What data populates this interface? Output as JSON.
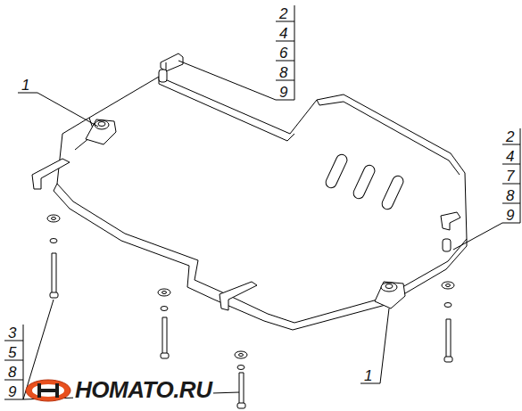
{
  "diagram": {
    "labels": [
      "2",
      "4",
      "6",
      "8",
      "9",
      "1",
      "2",
      "4",
      "7",
      "8",
      "9",
      "3",
      "5",
      "8",
      "9",
      "1",
      "HOMATO.RU"
    ]
  }
}
